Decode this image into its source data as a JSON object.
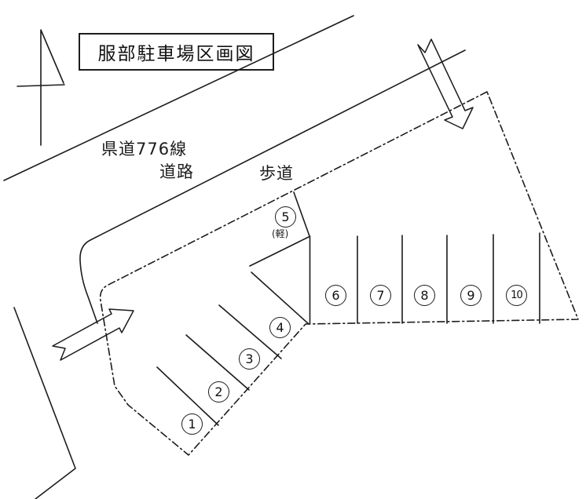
{
  "diagram": {
    "title": "服部駐車場区画図",
    "route_label": "県道776線",
    "road_label": "道路",
    "sidewalk_label": "歩道",
    "kei_note": "(軽)",
    "stalls": [
      {
        "label": "1"
      },
      {
        "label": "2"
      },
      {
        "label": "3"
      },
      {
        "label": "4"
      },
      {
        "label": "5"
      },
      {
        "label": "6"
      },
      {
        "label": "7"
      },
      {
        "label": "8"
      },
      {
        "label": "9"
      },
      {
        "label": "10"
      }
    ]
  },
  "icons": {
    "north_symbol": "north-symbol",
    "entry_arrow": "block-arrow-right",
    "exit_arrow": "block-arrow-down"
  },
  "colors": {
    "ink": "#1c1c1c",
    "background": "#ffffff"
  }
}
